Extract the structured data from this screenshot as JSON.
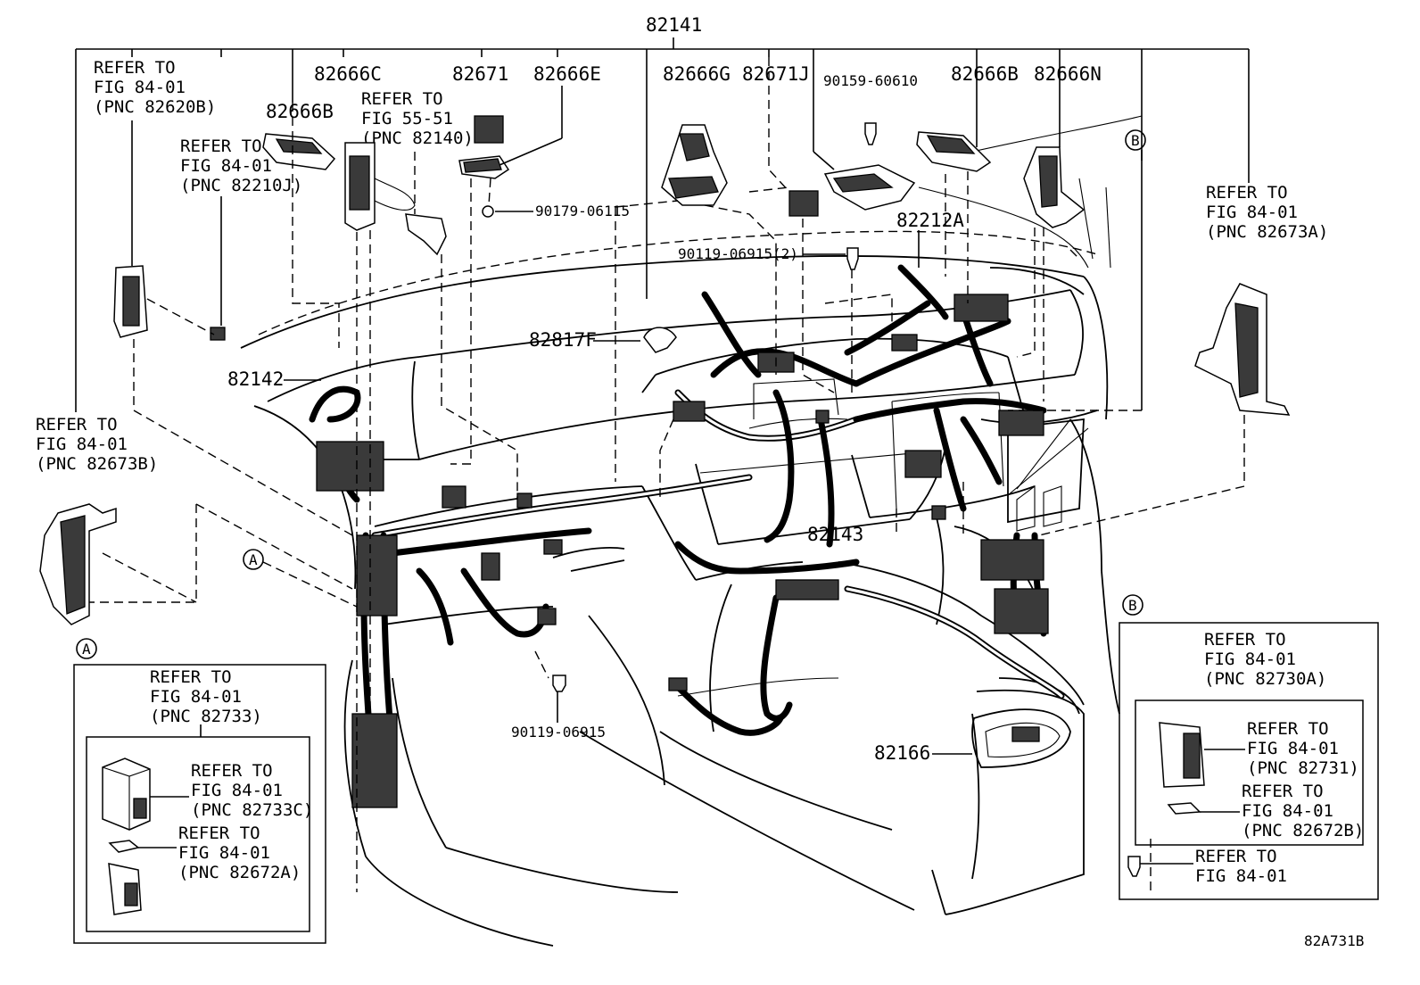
{
  "labels": {
    "main_harness": "82141",
    "refer_82620B": [
      "REFER TO",
      "FIG 84-01",
      "(PNC 82620B)"
    ],
    "refer_82210J": [
      "REFER TO",
      "FIG 84-01",
      "(PNC 82210J)"
    ],
    "refer_82140": [
      "REFER TO",
      "FIG 55-51",
      "(PNC 82140)"
    ],
    "refer_82673A": [
      "REFER TO",
      "FIG 84-01",
      "(PNC 82673A)"
    ],
    "refer_82673B": [
      "REFER TO",
      "FIG 84-01",
      "(PNC 82673B)"
    ],
    "p_82666C": "82666C",
    "p_82671": "82671",
    "p_82666E": "82666E",
    "p_82666G": "82666G",
    "p_82671J": "82671J",
    "p_90159": "90159-60610",
    "p_82666B_r": "82666B",
    "p_82666N": "82666N",
    "p_82666B_l": "82666B",
    "p_90179": "90179-06115",
    "p_82212A": "82212A",
    "p_90119_2": "90119-06915(2)",
    "p_82817F": "82817F",
    "p_82142": "82142",
    "p_82143": "82143",
    "p_90119": "90119-06915",
    "p_82166": "82166",
    "marker_A": "A",
    "marker_B": "B",
    "figure_code": "82A731B"
  },
  "inset_a": {
    "outer": [
      "REFER TO",
      "FIG 84-01",
      "(PNC 82733)"
    ],
    "item1": [
      "REFER TO",
      "FIG 84-01",
      "(PNC 82733C)"
    ],
    "item2": [
      "REFER TO",
      "FIG 84-01",
      "(PNC 82672A)"
    ]
  },
  "inset_b": {
    "outer": [
      "REFER TO",
      "FIG 84-01",
      "(PNC 82730A)"
    ],
    "item1": [
      "REFER TO",
      "FIG 84-01",
      "(PNC 82731)"
    ],
    "item2": [
      "REFER TO",
      "FIG 84-01",
      "(PNC 82672B)"
    ],
    "item3": [
      "REFER TO",
      "FIG 84-01"
    ]
  }
}
